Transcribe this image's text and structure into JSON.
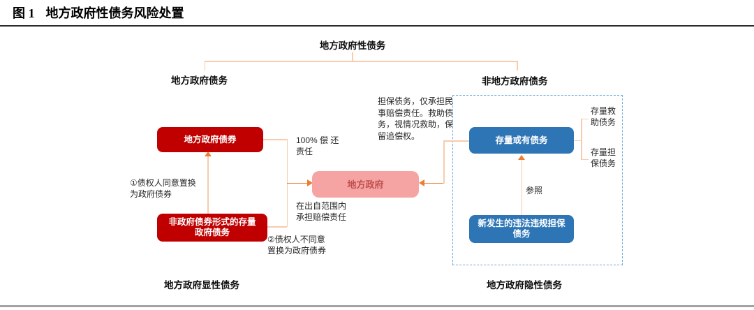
{
  "title": {
    "prefix": "图 1",
    "text": "地方政府性债务风险处置"
  },
  "tree": {
    "root": "地方政府性债务",
    "left_branch": "地方政府债务",
    "right_branch": "非地方政府债务"
  },
  "left_flow": {
    "bond_box": "地方政府债券",
    "stock_box": "非政府债券形式的存量\n政府债务",
    "note_swap_agree": "①债权人同意置换\n为政府债券",
    "note_repay": "100% 偿 还\n责任",
    "note_compensate": "在出自范围内\n承担赔偿责任",
    "note_swap_disagree": "②债权人不同意\n置换为政府债券"
  },
  "center": {
    "government_box": "地方政府",
    "note_guarantee_rescue": "担保债务，仅承担民\n事赔偿责任。救助债\n务，视情况救助，保\n留追偿权。"
  },
  "right_flow": {
    "contingent_box": "存量或有债务",
    "new_illegal_box": "新发生的违法违规担保\n债务",
    "note_reference": "参照",
    "bracket_label_rescue": "存量救\n助债务",
    "bracket_label_guarantee": "存量担\n保债务"
  },
  "footer": {
    "left_label": "地方政府显性债务",
    "right_label": "地方政府隐性债务"
  },
  "colors": {
    "red_box": "#C00000",
    "blue_box": "#2E75B6",
    "pink_box": "#F5A3A3",
    "pink_text": "#C0504D",
    "connector": "#F8CBAD",
    "arrow_accent": "#ED7D31",
    "dashed_border": "#6FA8DC",
    "title_rule": "#2B2B2B",
    "bottom_rule": "#A3A3A3"
  }
}
